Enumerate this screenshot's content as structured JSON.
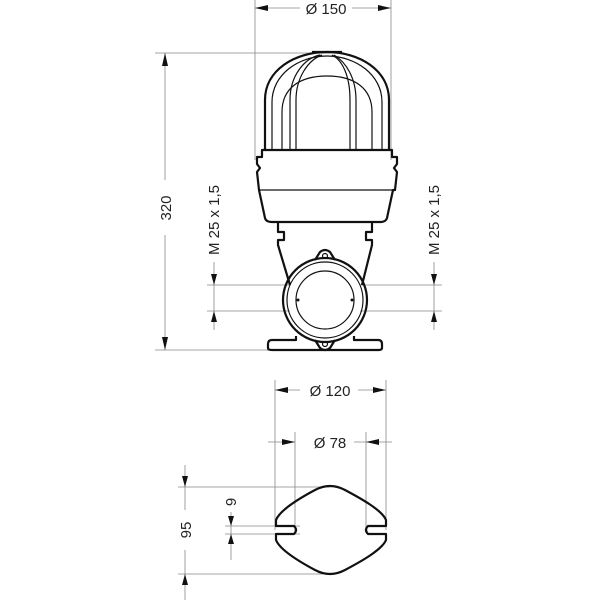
{
  "drawing": {
    "top_view": {
      "width_label": "Ø 150",
      "height_label": "320",
      "left_thread_label": "M 25 x 1,5",
      "right_thread_label": "M 25 x 1,5"
    },
    "base_view": {
      "outer_diameter_label": "Ø 120",
      "hole_spacing_label": "Ø 78",
      "slot_width_label": "9",
      "depth_label": "95"
    }
  }
}
